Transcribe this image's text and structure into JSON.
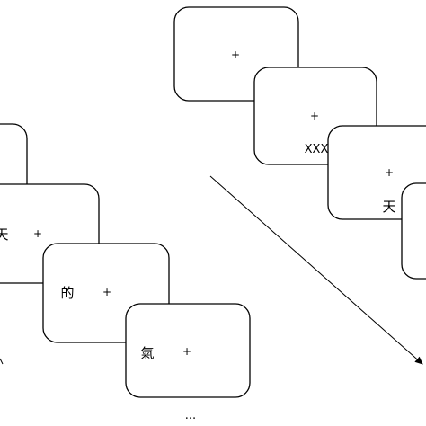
{
  "fixation_symbol": "+",
  "left_sequence": {
    "frames": [
      {
        "content": ""
      },
      {
        "content": "天"
      },
      {
        "content": "的"
      },
      {
        "content": "氣"
      }
    ],
    "continuation": "..."
  },
  "right_sequence": {
    "frames": [
      {
        "content": ""
      },
      {
        "content": "XXX"
      },
      {
        "content": "天"
      },
      {
        "content": ""
      }
    ]
  },
  "time_arrow": "present"
}
